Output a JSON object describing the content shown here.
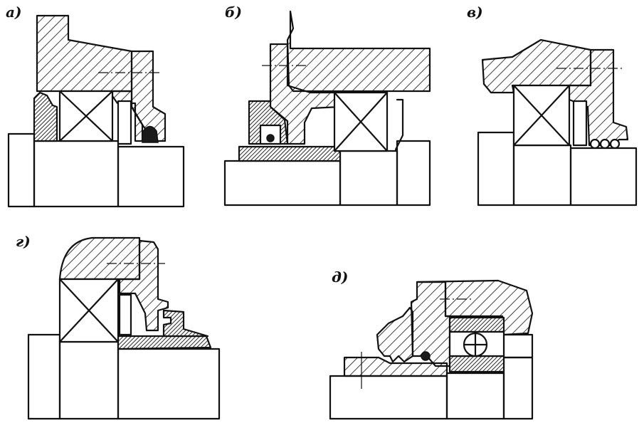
{
  "figure": {
    "variants": [
      {
        "key": "a",
        "label": "а)"
      },
      {
        "key": "b",
        "label": "б)"
      },
      {
        "key": "v",
        "label": "в)"
      },
      {
        "key": "g",
        "label": "г)"
      },
      {
        "key": "d",
        "label": "д)"
      }
    ]
  }
}
